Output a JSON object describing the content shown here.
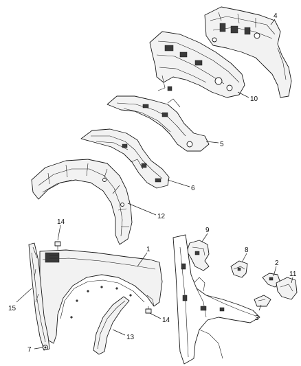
{
  "callouts": {
    "c1": "1",
    "c2": "2",
    "c3": "3",
    "c4": "4",
    "c5": "5",
    "c6": "6",
    "c7": "7",
    "c8": "8",
    "c9": "9",
    "c10": "10",
    "c11": "11",
    "c12": "12",
    "c13": "13",
    "c14a": "14",
    "c14b": "14",
    "c15": "15"
  },
  "colors": {
    "line": "#1a1a1a",
    "fill": "#f2f2f2",
    "background": "#ffffff"
  }
}
